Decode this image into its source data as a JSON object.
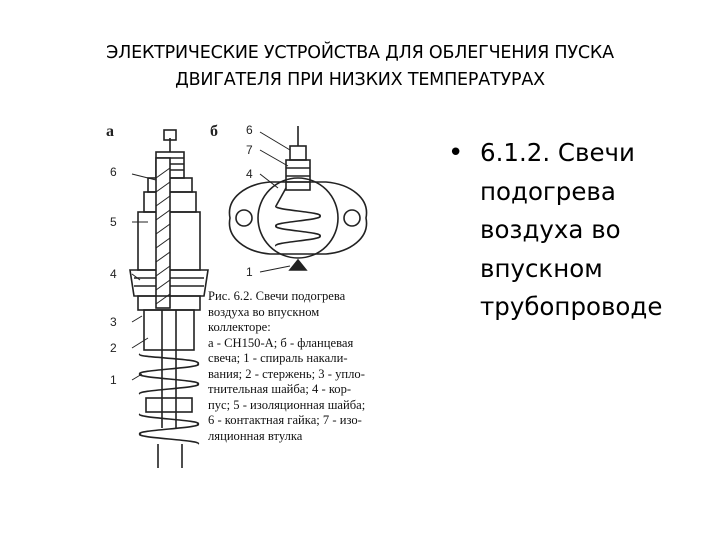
{
  "slide": {
    "title_lines": [
      "ЭЛЕКТРИЧЕСКИЕ УСТРОЙСТВА ДЛЯ ОБЛЕГЧЕНИЯ ПУСКА",
      "ДВИГАТЕЛЯ ПРИ НИЗКИХ ТЕМПЕРАТУРАХ"
    ],
    "bullet_symbol": "•",
    "bullet_lines": [
      "6.1.2. Свечи",
      "подогрева",
      "воздуха во",
      "впускном",
      "трубопроводе"
    ]
  },
  "figure": {
    "panel_a_label": "а",
    "panel_b_label": "б",
    "callouts_a": [
      "6",
      "5",
      "4",
      "3",
      "2",
      "1"
    ],
    "callouts_b": [
      "6",
      "7",
      "4",
      "1"
    ],
    "caption_lines": [
      "Рис. 6.2. Свечи подогрева",
      "воздуха во впускном",
      "коллекторе:",
      "а - СН150-А; б - фланцевая",
      "свеча; 1 - спираль накали-",
      "вания; 2 - стержень; 3 - упло-",
      "тнительная шайба; 4 - кор-",
      "пус; 5 - изоляционная шайба;",
      "6 - контактная гайка; 7 - изо-",
      "ляционная втулка"
    ]
  }
}
